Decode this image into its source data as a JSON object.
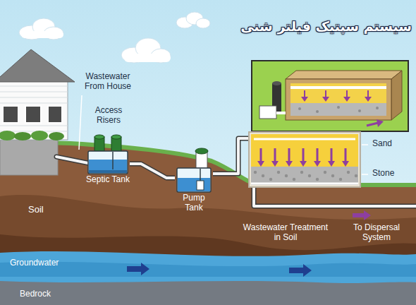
{
  "diagram": {
    "title": "سیستم سپتیک فیلتر شنی",
    "nodes": [
      {
        "text": [
          "Septic Tank"
        ]
      },
      {
        "text": [
          "Pump Tank"
        ]
      },
      {
        "text": [
          "Sand",
          "Stone"
        ]
      }
    ],
    "edges": [
      {
        "from": 0,
        "to": 1,
        "arrow": "none"
      },
      {
        "from": 1,
        "to": 2,
        "arrow": "none"
      }
    ],
    "labels": [
      "Wastewater From House",
      "Access Risers",
      "Soil",
      "Wastewater Treatment in Soil",
      "To Dispersal System",
      "Groundwater",
      "Bedrock"
    ]
  }
}
